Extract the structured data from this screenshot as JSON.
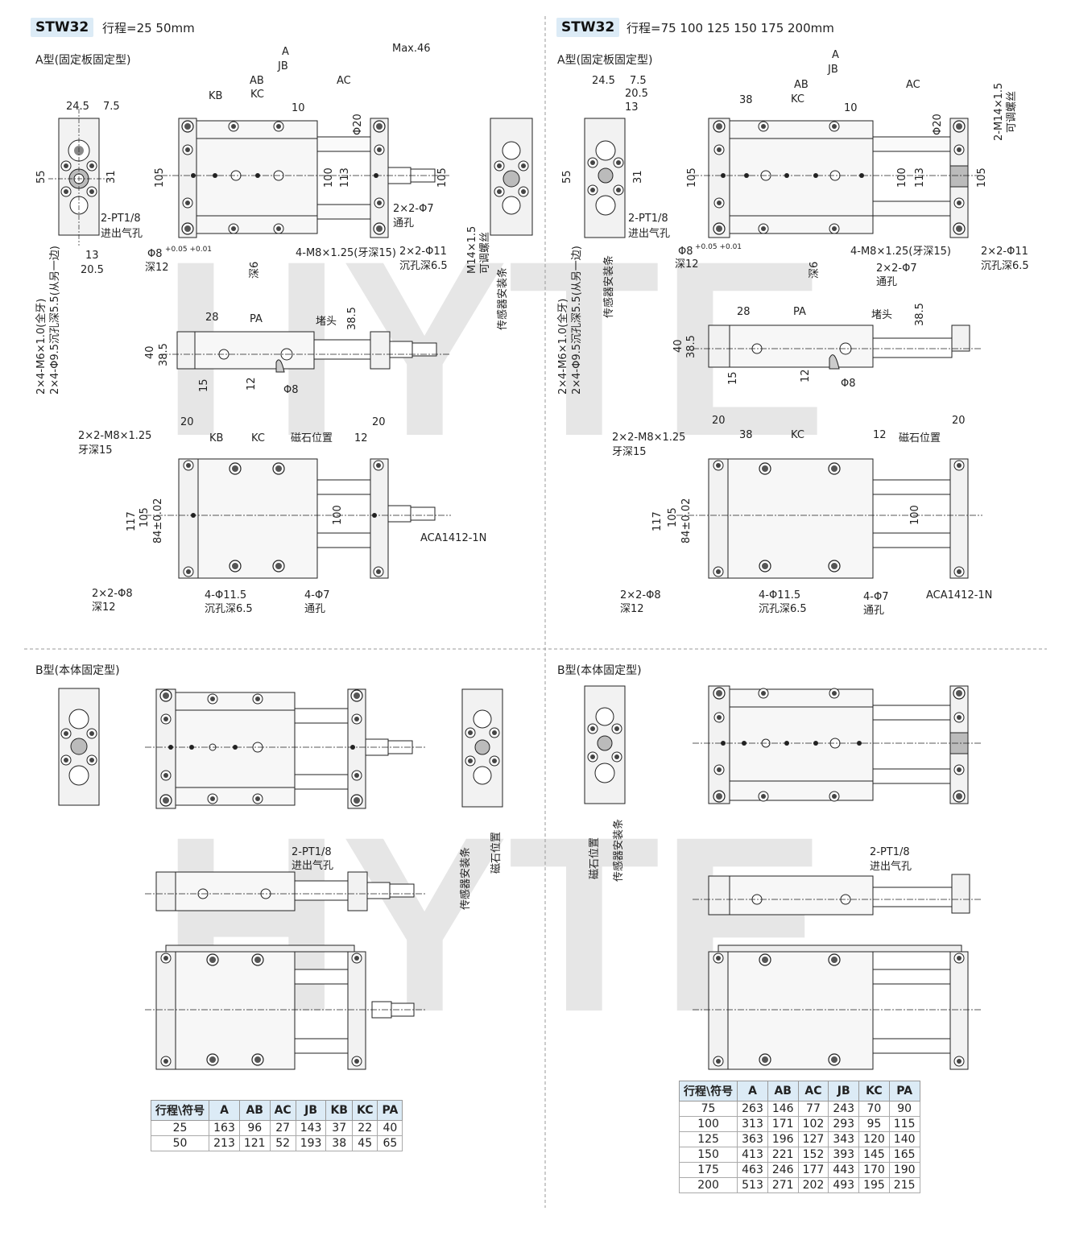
{
  "left": {
    "model": "STW32",
    "stroke_note": "行程=25 50mm",
    "type_a": "A型(固定板固定型)",
    "type_b": "B型(本体固定型)",
    "table": {
      "headers": [
        "行程\\符号",
        "A",
        "AB",
        "AC",
        "JB",
        "KB",
        "KC",
        "PA"
      ],
      "rows": [
        [
          "25",
          "163",
          "96",
          "27",
          "143",
          "37",
          "22",
          "40"
        ],
        [
          "50",
          "213",
          "121",
          "52",
          "193",
          "38",
          "45",
          "65"
        ]
      ]
    }
  },
  "right": {
    "model": "STW32",
    "stroke_note": "行程=75 100 125 150 175 200mm",
    "type_a": "A型(固定板固定型)",
    "type_b": "B型(本体固定型)",
    "table": {
      "headers": [
        "行程\\符号",
        "A",
        "AB",
        "AC",
        "JB",
        "KC",
        "PA"
      ],
      "rows": [
        [
          "75",
          "263",
          "146",
          "77",
          "243",
          "70",
          "90"
        ],
        [
          "100",
          "313",
          "171",
          "102",
          "293",
          "95",
          "115"
        ],
        [
          "125",
          "363",
          "196",
          "127",
          "343",
          "120",
          "140"
        ],
        [
          "150",
          "413",
          "221",
          "152",
          "393",
          "145",
          "165"
        ],
        [
          "175",
          "463",
          "246",
          "177",
          "443",
          "170",
          "190"
        ],
        [
          "200",
          "513",
          "271",
          "202",
          "493",
          "195",
          "215"
        ]
      ]
    }
  },
  "labels": {
    "A": "A",
    "JB": "JB",
    "AB": "AB",
    "AC": "AC",
    "KB": "KB",
    "KC": "KC",
    "PA": "PA",
    "max46": "Max.46",
    "d10": "10",
    "d24_5": "24.5",
    "d7_5": "7.5",
    "d20_5": "20.5",
    "d13": "13",
    "d55": "55",
    "d31": "31",
    "d105": "105",
    "d100": "100",
    "d113": "113",
    "d117": "117",
    "d84": "84±0.02",
    "d28": "28",
    "d38_5": "38.5",
    "d40": "40",
    "d15": "15",
    "d12": "12",
    "d20": "20",
    "d38": "38",
    "phi20": "Φ20",
    "pt18": "2-PT1/8",
    "inlet": "进出气孔",
    "phi7_2x2": "2×2-Φ7",
    "through": "通孔",
    "phi11": "2×2-Φ11",
    "cb65": "沉孔深6.5",
    "phi8": "Φ8",
    "tol": "+0.05 +0.01",
    "deep12": "深12",
    "m8_4": "4-M8×1.25(牙深15)",
    "deep6": "深6",
    "eight_tol": "8+0.05+0.01",
    "m6": "2×4-M6×1.0(全牙)",
    "phi95": "2×4-Φ9.5沉孔深5.5(从另一边)",
    "m14": "M14×1.5",
    "m14_2": "2-M14×1.5",
    "adj": "可调螺丝",
    "sensor": "传感器安装条",
    "magnet": "磁石位置",
    "plug": "堵头",
    "m8_2x2": "2×2-M8×1.25",
    "deep15": "牙深15",
    "phi8_2x2": "2×2-Φ8",
    "phi115_4": "4-Φ11.5",
    "phi7_4": "4-Φ7",
    "aca": "ACA1412-1N",
    "watermark": "HYTE"
  }
}
